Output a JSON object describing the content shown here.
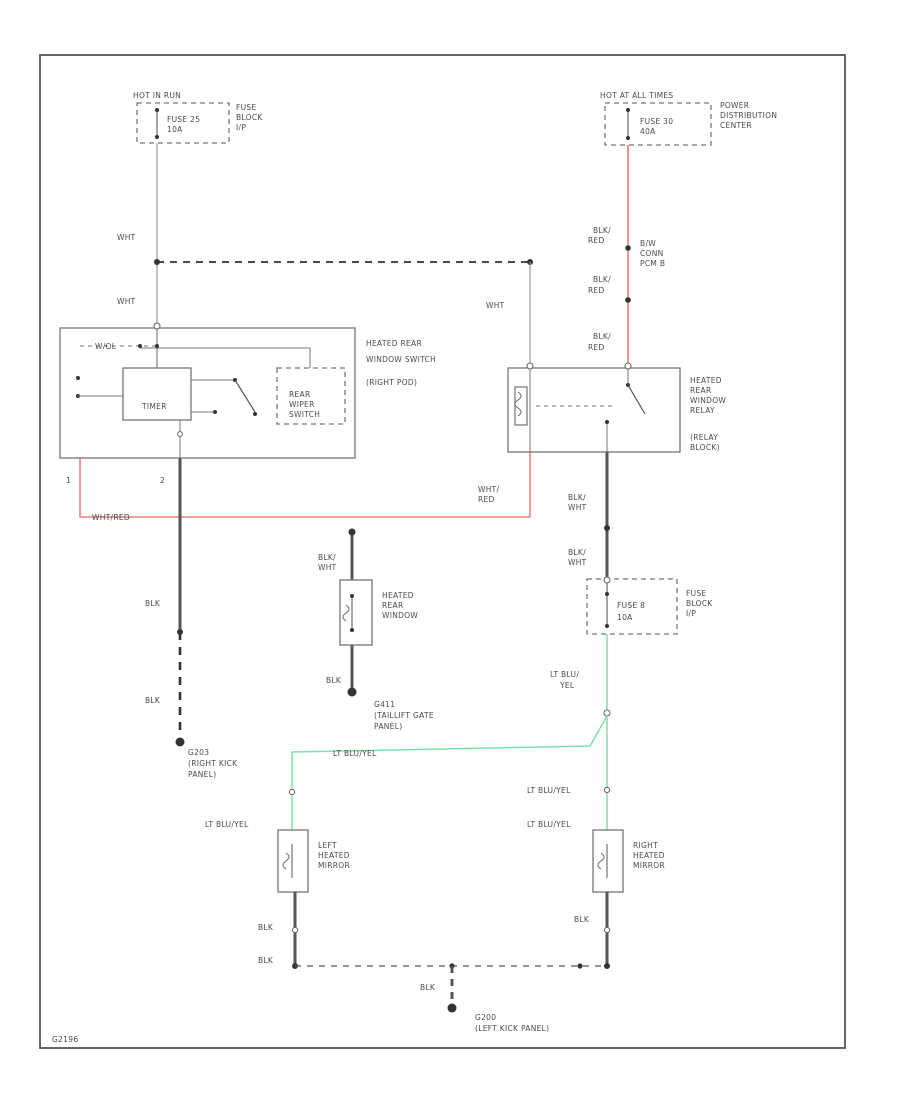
{
  "fuse_top_left": {
    "header": "HOT IN RUN",
    "fuse": "FUSE 25",
    "rating": "10A",
    "location_1": "FUSE",
    "location_2": "BLOCK",
    "location_3": "I/P"
  },
  "fuse_top_right": {
    "header": "HOT AT ALL TIMES",
    "fuse": "FUSE 30",
    "rating": "40A",
    "location_1": "POWER",
    "location_2": "DISTRIBUTION",
    "location_3": "CENTER"
  },
  "switch": {
    "name_1": "HEATED REAR",
    "name_2": "WINDOW SWITCH",
    "name_3": "(RIGHT POD)",
    "timer": "TIMER",
    "wiper_1": "REAR",
    "wiper_2": "WIPER",
    "wiper_3": "SWITCH",
    "pin_top": "W/OL",
    "pin_1": "1",
    "pin_2": "2"
  },
  "relay": {
    "name_1": "HEATED",
    "name_2": "REAR",
    "name_3": "WINDOW",
    "name_4": "RELAY",
    "name_5": "(RELAY",
    "name_6": "BLOCK)"
  },
  "connector": {
    "name_1": "B/W",
    "name_2": "CONN",
    "name_3": "PCM B"
  },
  "rear_window": {
    "name_1": "HEATED",
    "name_2": "REAR",
    "name_3": "WINDOW"
  },
  "fuse_bottom": {
    "fuse": "FUSE 8",
    "rating": "10A",
    "location_1": "FUSE",
    "location_2": "BLOCK",
    "location_3": "I/P"
  },
  "ground_g411": {
    "id": "G411",
    "desc_1": "(TAILLIFT GATE",
    "desc_2": "PANEL)"
  },
  "ground_g203": {
    "id": "G203",
    "desc_1": "(RIGHT KICK",
    "desc_2": "PANEL)"
  },
  "ground_g200": {
    "id": "G200",
    "desc_1": "(LEFT KICK PANEL)"
  },
  "left_mirror": {
    "name_1": "LEFT",
    "name_2": "HEATED",
    "name_3": "MIRROR"
  },
  "right_mirror": {
    "name_1": "RIGHT",
    "name_2": "HEATED",
    "name_3": "MIRROR"
  },
  "wires": {
    "wht": "WHT",
    "wht2": "WHT",
    "wht3": "WHT",
    "blk_red_1a": "BLK/",
    "blk_red_1b": "RED",
    "blk_red_2a": "BLK/",
    "blk_red_2b": "RED",
    "blk_red_3a": "BLK/",
    "blk_red_3b": "RED",
    "wht_red_a": "WHT/",
    "wht_red_b": "RED",
    "wht_red_left": "WHT/RED",
    "blk_wht_1a": "BLK/",
    "blk_wht_1b": "WHT",
    "blk_wht_2a": "BLK/",
    "blk_wht_2b": "WHT",
    "blk_wht_3a": "BLK/",
    "blk_wht_3b": "WHT",
    "blk_1": "BLK",
    "blk_2": "BLK",
    "blk_3": "BLK",
    "blk_4": "BLK",
    "blk_5": "BLK",
    "blk_6": "BLK",
    "blk_7": "BLK",
    "lt_blu_yel_a": "LT BLU/",
    "lt_blu_yel_b": "YEL",
    "lt_blu_yel_h": "LT BLU/YEL",
    "lt_blu_yel_r1": "LT BLU/YEL",
    "lt_blu_yel_l": "LT BLU/YEL",
    "lt_blu_yel_r2": "LT BLU/YEL"
  },
  "figure_id": "G2196",
  "colors": {
    "red_wire": "#e26a6a",
    "green_wire": "#7fe0a8",
    "dark_wire": "#555555"
  }
}
